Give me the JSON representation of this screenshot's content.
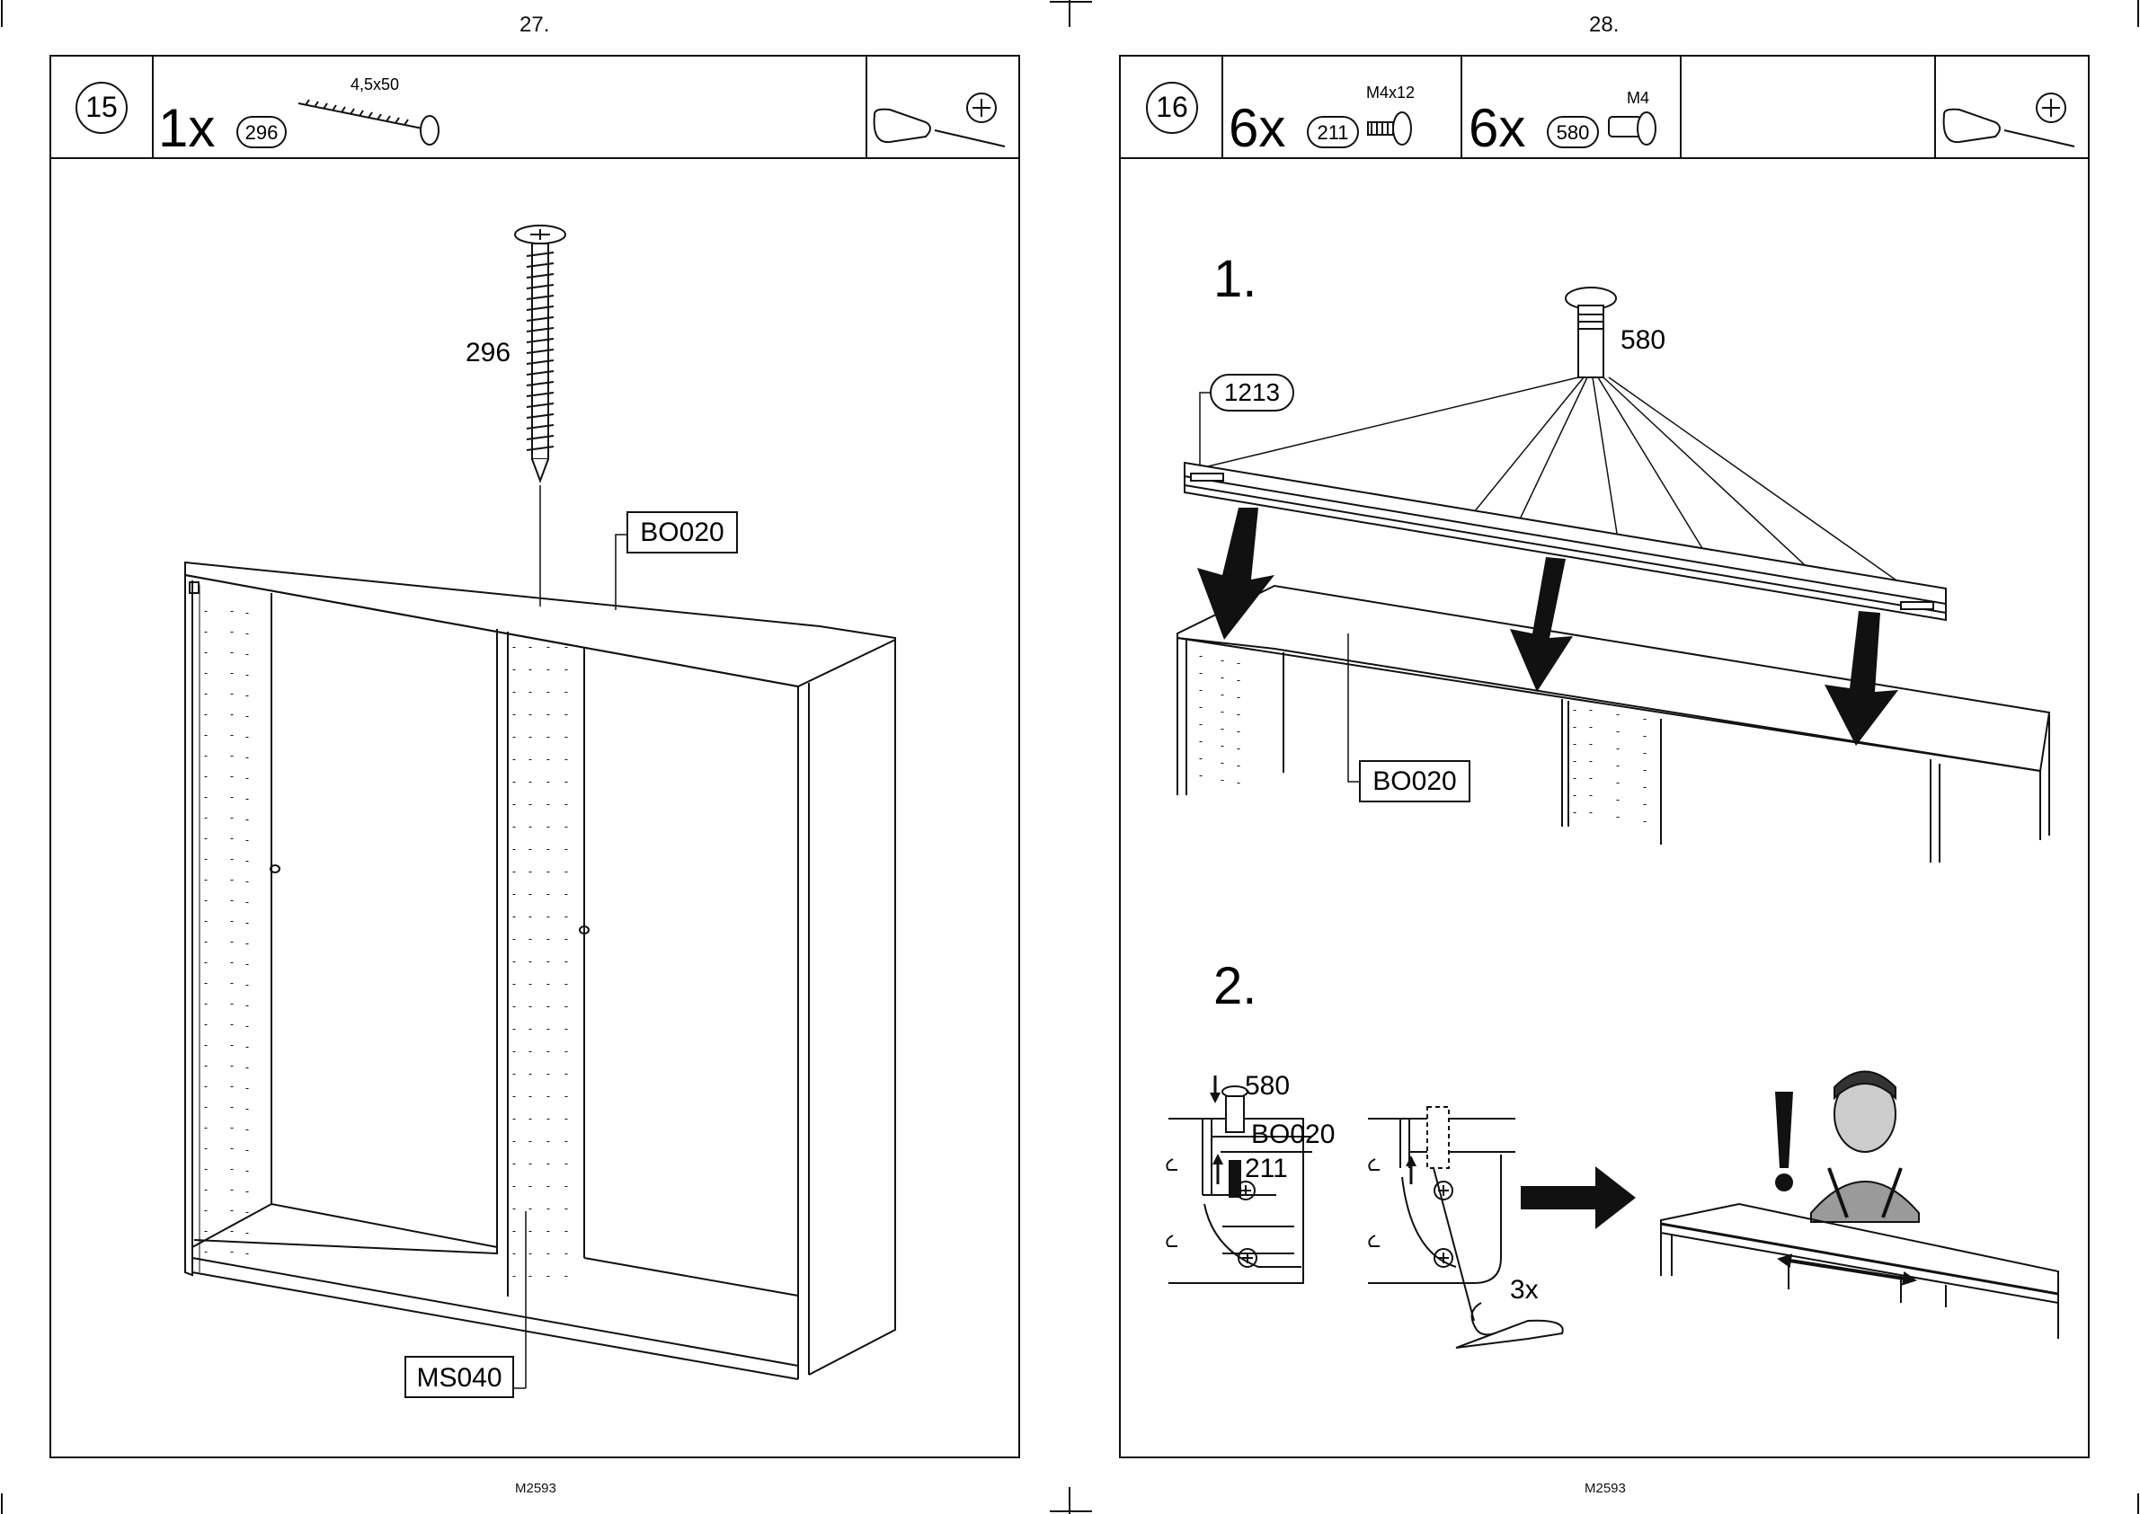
{
  "left_page": {
    "page_number": "27.",
    "footer_code": "M2593",
    "step_number": "15",
    "quantity": "1x",
    "part_id": "296",
    "part_size": "4,5x50",
    "screw_label": "296",
    "panel_top_label": "BO020",
    "panel_middle_label": "MS040"
  },
  "right_page": {
    "page_number": "28.",
    "footer_code": "M2593",
    "step_number": "16",
    "parts": [
      {
        "quantity": "6x",
        "part_id": "211",
        "size": "M4x12"
      },
      {
        "quantity": "6x",
        "part_id": "580",
        "size": "M4"
      }
    ],
    "substep_1": {
      "number": "1.",
      "rail_label": "1213",
      "pin_label": "580",
      "panel_label": "BO020"
    },
    "substep_2": {
      "number": "2.",
      "pin_label": "580",
      "panel_label": "BO020",
      "screw_label": "211",
      "turns_label": "3x"
    }
  }
}
